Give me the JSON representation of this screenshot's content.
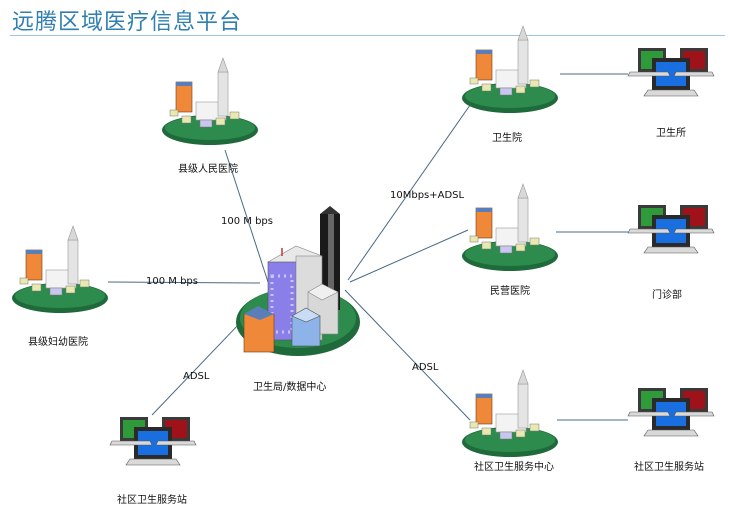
{
  "title": "远腾区域医疗信息平台",
  "center": {
    "label": "卫生局/数据中心"
  },
  "nodes": {
    "county_people_hospital": "县级人民医院",
    "county_maternal_hospital": "县级妇幼医院",
    "community_station": "社区卫生服务站",
    "health_center": "卫生院",
    "private_hospital": "民营医院",
    "community_center": "社区卫生服务中心",
    "health_office": "卫生所",
    "clinic": "门诊部",
    "community_station_right": "社区卫生服务站"
  },
  "links": {
    "to_people_hospital": "100 M bps",
    "to_maternal_hospital": "100 M bps",
    "to_community_station": "ADSL",
    "to_health_center": "10Mbps+ADSL",
    "to_community_center": "ADSL"
  },
  "colors": {
    "title": "#2f7fb0",
    "line": "#4a6a86",
    "ground": "#1f6a3a"
  }
}
